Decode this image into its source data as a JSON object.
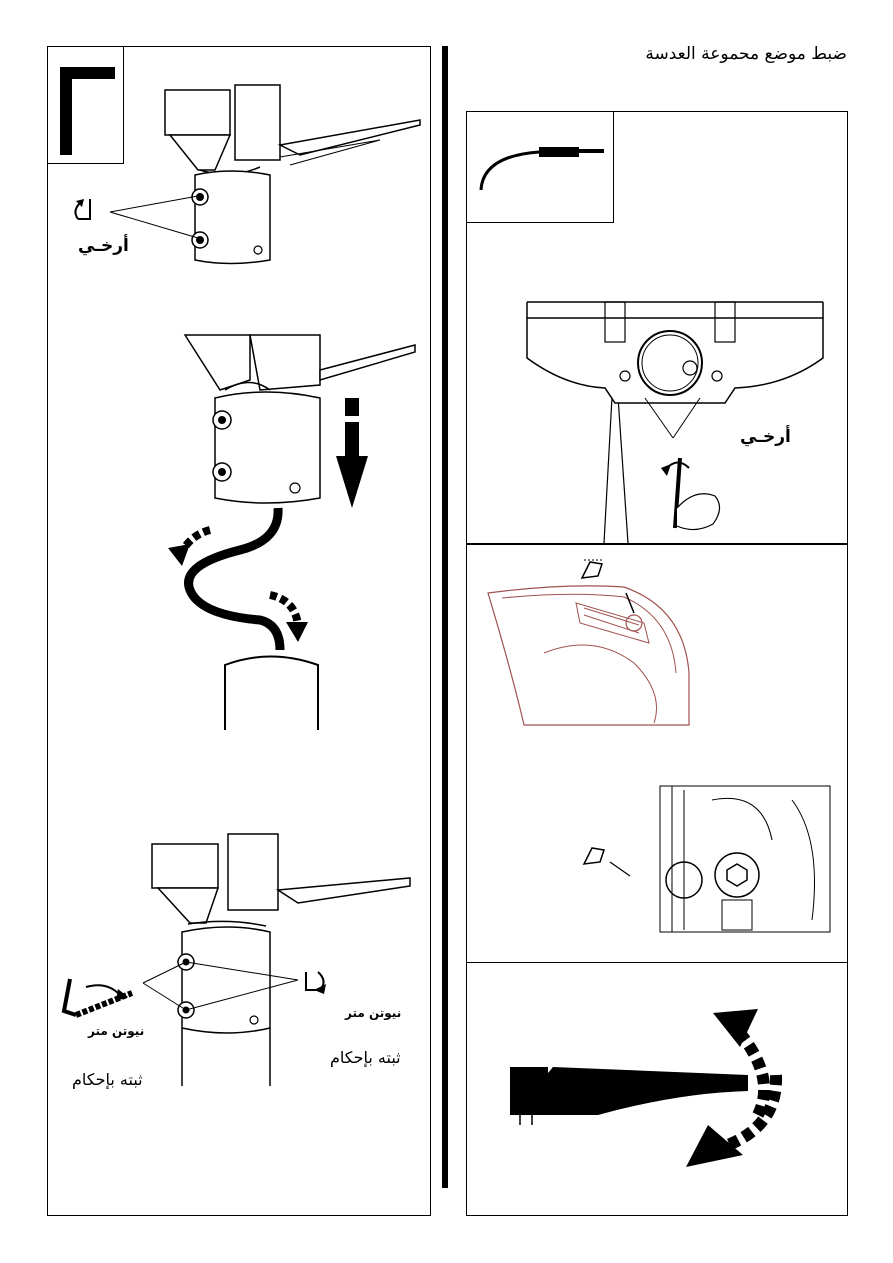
{
  "page": {
    "title": "ضبط موضع محموعة العدسة"
  },
  "left_panel": {
    "step1": {
      "loosen_label": "أرخـي"
    },
    "step3": {
      "torque_label_left": "نيوتن متر",
      "torque_label_right": "نيوتن متر",
      "tighten_label_left": "ثبته بإحكام",
      "tighten_label_right": "ثبته بإحكام"
    }
  },
  "right_panel": {
    "loosen_label": "أرخـي"
  },
  "icons": [
    "pole-top-mount-icon",
    "side-entry-mount-icon",
    "rotate-ccw-icon",
    "rotate-cw-icon",
    "hex-key-icon",
    "hand-icon",
    "click-tool-icon"
  ]
}
